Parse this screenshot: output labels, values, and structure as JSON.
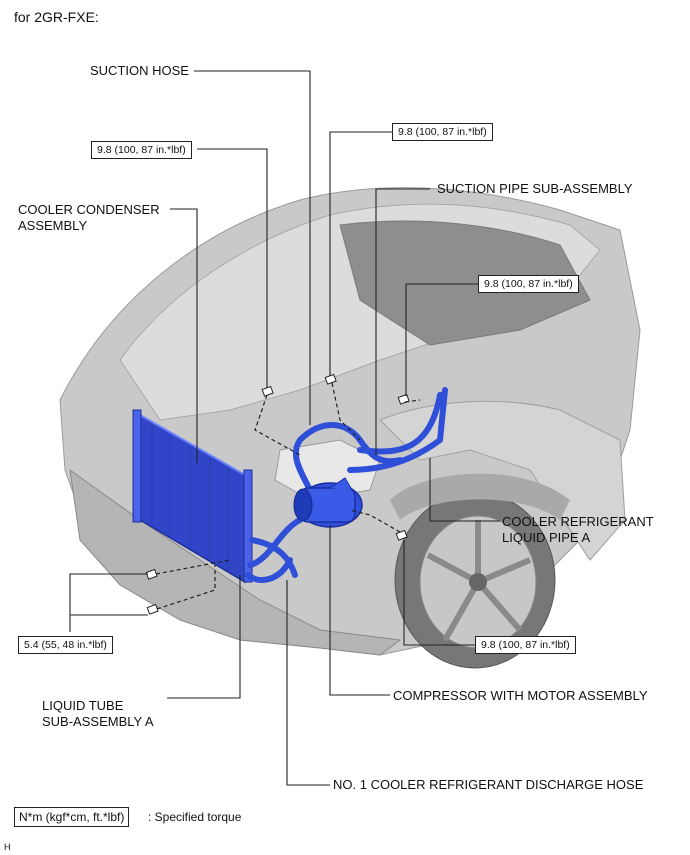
{
  "heading": "for 2GR-FXE:",
  "labels": {
    "suction_hose": "SUCTION HOSE",
    "suction_pipe": "SUCTION PIPE SUB-ASSEMBLY",
    "condenser_line1": "COOLER CONDENSER",
    "condenser_line2": "ASSEMBLY",
    "liquid_pipe_line1": "COOLER REFRIGERANT",
    "liquid_pipe_line2": "LIQUID PIPE A",
    "compressor": "COMPRESSOR WITH MOTOR ASSEMBLY",
    "liquid_tube_line1": "LIQUID TUBE",
    "liquid_tube_line2": "SUB-ASSEMBLY A",
    "discharge_hose": "NO. 1 COOLER REFRIGERANT DISCHARGE HOSE"
  },
  "torques": {
    "t1": "9.8 (100, 87 in.*lbf)",
    "t2": "9.8 (100, 87 in.*lbf)",
    "t3": "9.8 (100, 87 in.*lbf)",
    "t4": "9.8 (100, 87 in.*lbf)",
    "t5": "5.4 (55, 48 in.*lbf)"
  },
  "legend": {
    "unit": "N*m (kgf*cm, ft.*lbf)",
    "description": ": Specified torque"
  },
  "footer_code": "H",
  "colors": {
    "component_blue": "#2f4fd8",
    "car_gray": "#c9c9c9",
    "car_dark": "#8f8f8f",
    "line": "#222222"
  }
}
